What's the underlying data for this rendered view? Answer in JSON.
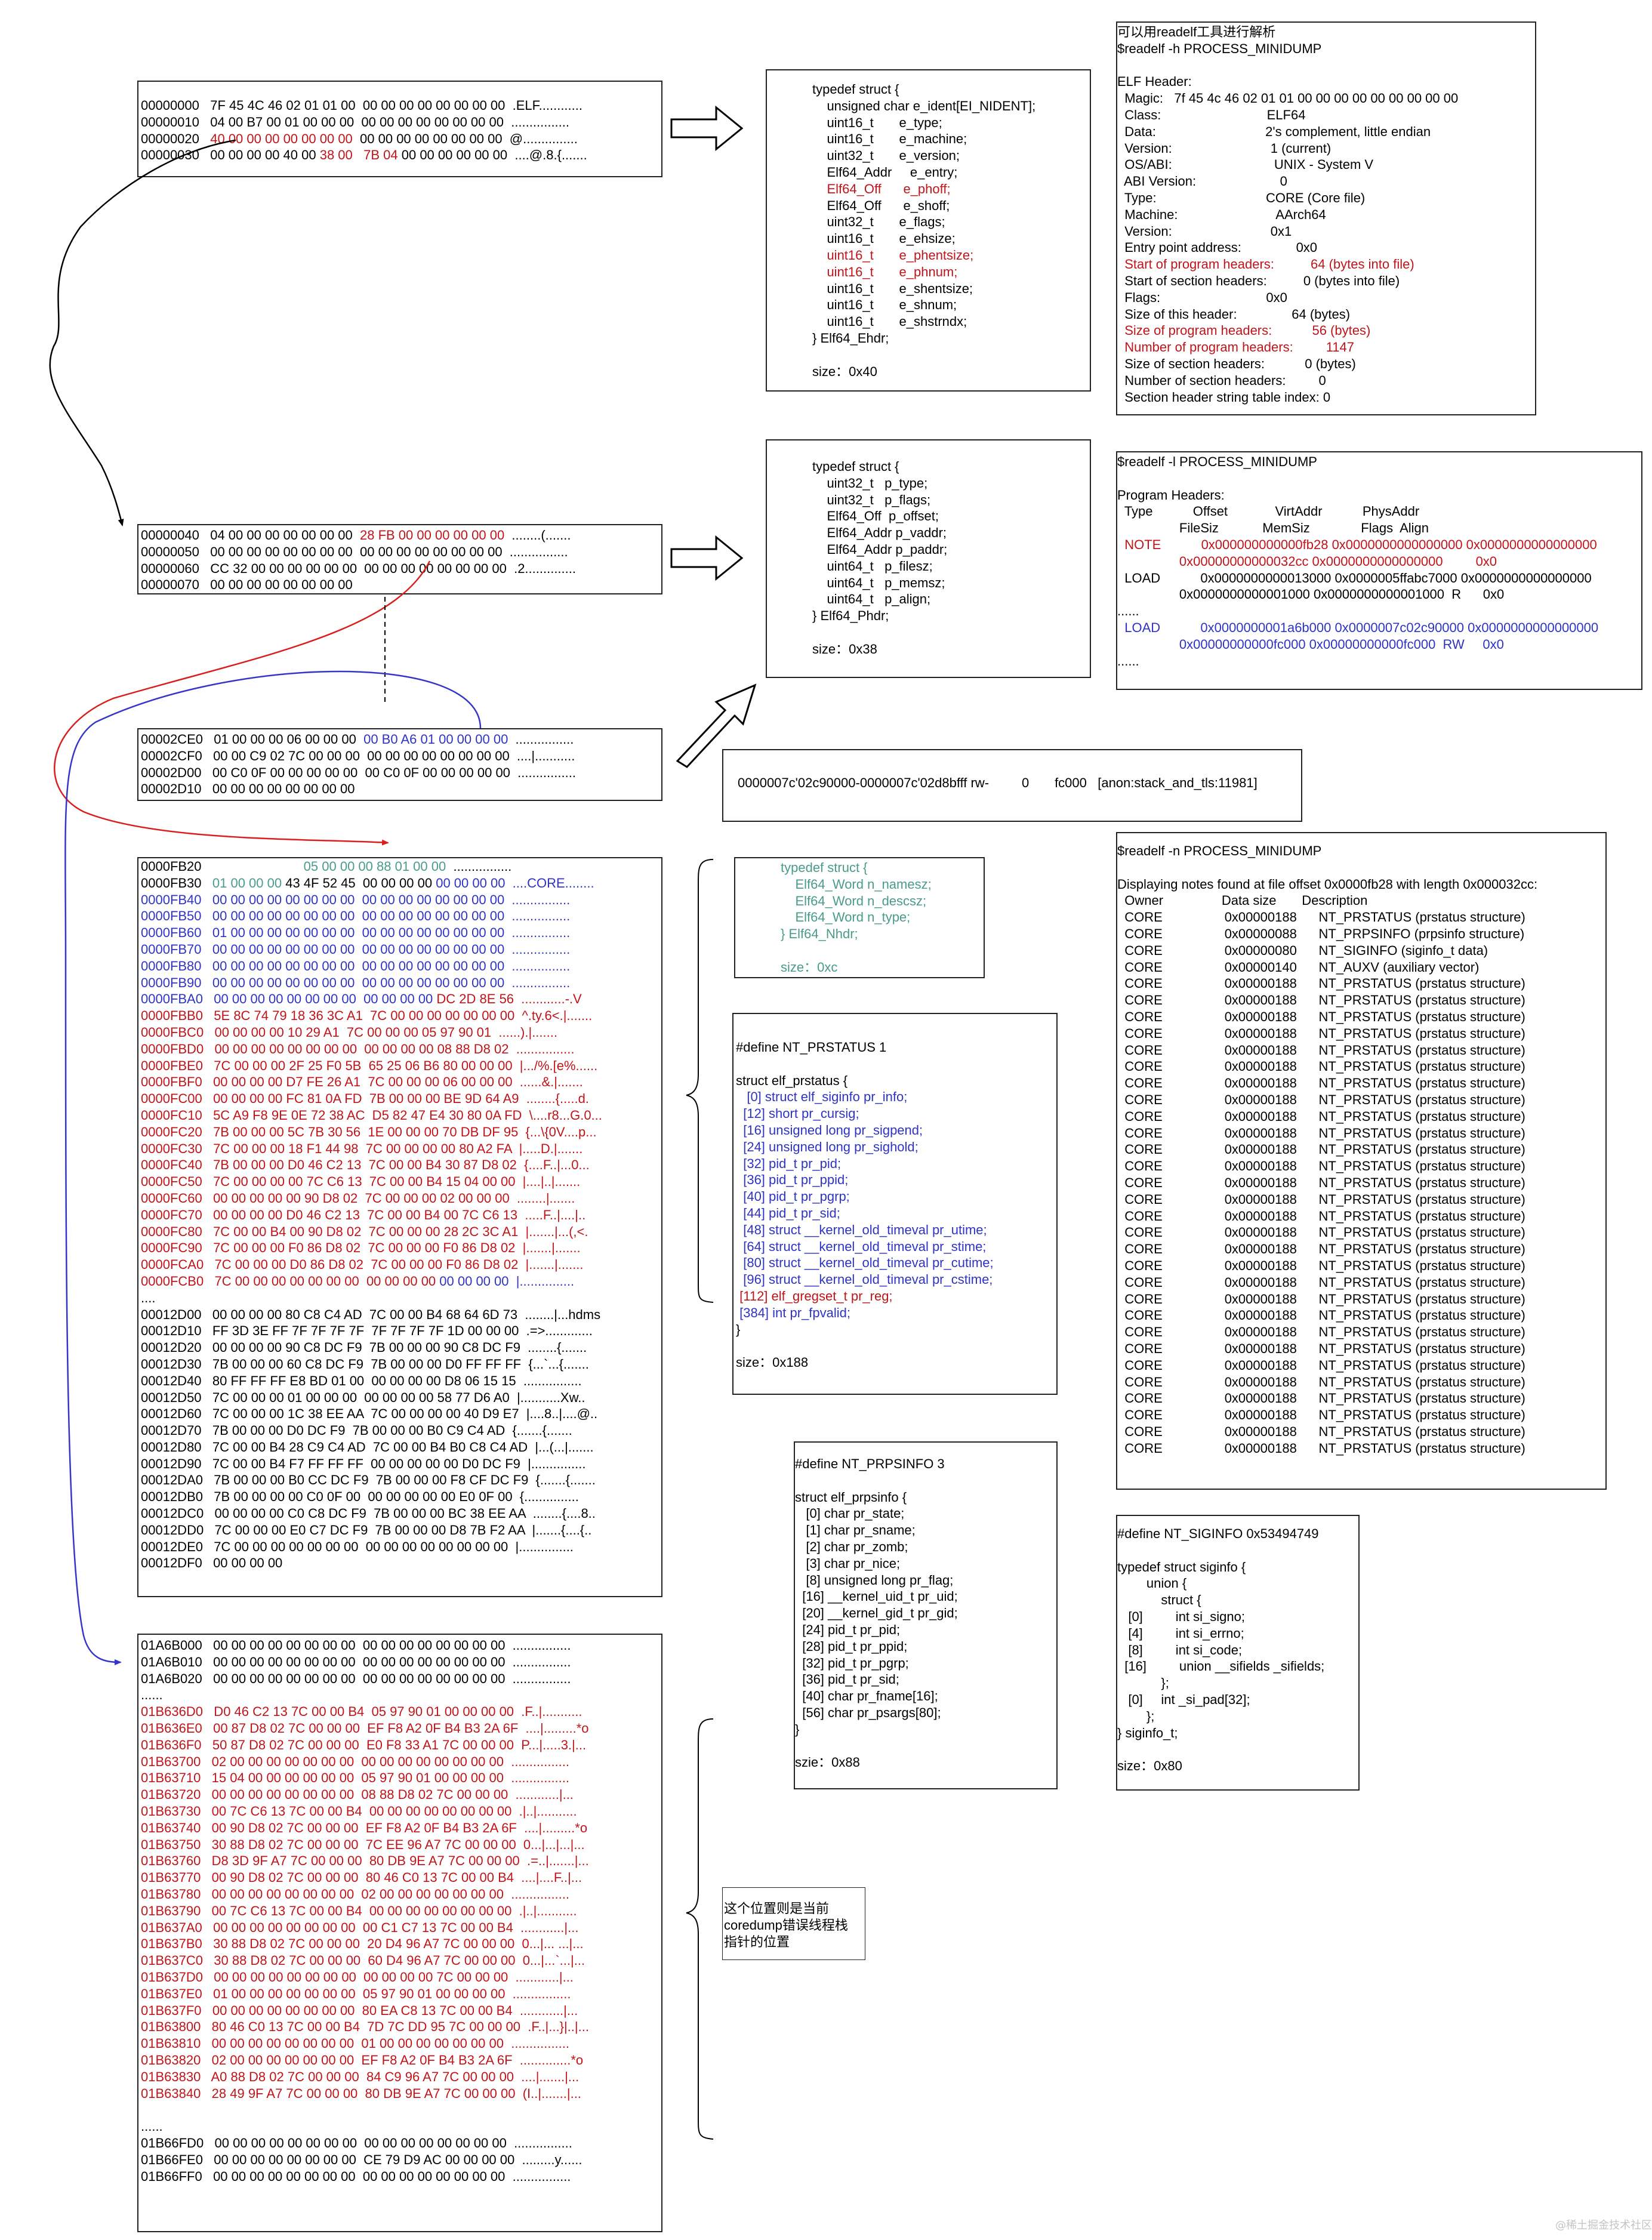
{
  "dump1": [
    {
      "t": "00000000   7F 45 4C 46 02 01 01 00  00 00 00 00 00 00 00 00  .ELF............"
    },
    {
      "t": "00000010   04 00 B7 00 01 00 00 00  00 00 00 00 00 00 00 00  ................"
    },
    {
      "p": [
        {
          "t": "00000020   "
        },
        {
          "t": "40 00 00 00 00 00 00 00",
          "c": "red"
        },
        {
          "t": "  00 00 00 00 00 00 00 00  @..............."
        }
      ]
    },
    {
      "p": [
        {
          "t": "00000030   00 00 00 00 40 00 "
        },
        {
          "t": "38 00",
          "c": "red"
        },
        {
          "t": "   "
        },
        {
          "t": "7B 04",
          "c": "red"
        },
        {
          "t": " 00 00 00 00 00 00  ....@.8.{......."
        }
      ]
    }
  ],
  "dump2": [
    {
      "p": [
        {
          "t": "00000040   04 00 00 00 00 00 00 00  "
        },
        {
          "t": "28 FB 00 00 00 00 00 00",
          "c": "red"
        },
        {
          "t": "  ........(......."
        }
      ]
    },
    {
      "t": "00000050   00 00 00 00 00 00 00 00  00 00 00 00 00 00 00 00  ................"
    },
    {
      "t": "00000060   CC 32 00 00 00 00 00 00  00 00 00 00 00 00 00 00  .2.............."
    },
    {
      "t": "00000070   00 00 00 00 00 00 00 00"
    }
  ],
  "dump3": [
    {
      "p": [
        {
          "t": "00002CE0   01 00 00 00 06 00 00 00  "
        },
        {
          "t": "00 B0 A6 01 00 00 00 00",
          "c": "blue"
        },
        {
          "t": "  ................"
        }
      ]
    },
    {
      "t": "00002CF0   00 00 C9 02 7C 00 00 00  00 00 00 00 00 00 00 00  ....|..........."
    },
    {
      "t": "00002D00   00 C0 0F 00 00 00 00 00  00 C0 0F 00 00 00 00 00  ................"
    },
    {
      "t": "00002D10   00 00 00 00 00 00 00 00"
    }
  ],
  "dump4": [
    {
      "p": [
        {
          "t": "0000FB20                            "
        },
        {
          "t": "05 00 00 00 88 01 00 00",
          "c": "green"
        },
        {
          "t": "  ................"
        }
      ]
    },
    {
      "p": [
        {
          "t": "0000FB30   "
        },
        {
          "t": "01 00 00 00",
          "c": "green"
        },
        {
          "t": " 43 4F 52 45  00 00 00 00 "
        },
        {
          "t": "00 00 00 00  ....CORE........",
          "c": "blue"
        }
      ]
    },
    {
      "t": "0000FB40   00 00 00 00 00 00 00 00  00 00 00 00 00 00 00 00  ................",
      "c": "blue"
    },
    {
      "t": "0000FB50   00 00 00 00 00 00 00 00  00 00 00 00 00 00 00 00  ................",
      "c": "blue"
    },
    {
      "t": "0000FB60   01 00 00 00 00 00 00 00  00 00 00 00 00 00 00 00  ................",
      "c": "blue"
    },
    {
      "t": "0000FB70   00 00 00 00 00 00 00 00  00 00 00 00 00 00 00 00  ................",
      "c": "blue"
    },
    {
      "t": "0000FB80   00 00 00 00 00 00 00 00  00 00 00 00 00 00 00 00  ................",
      "c": "blue"
    },
    {
      "t": "0000FB90   00 00 00 00 00 00 00 00  00 00 00 00 00 00 00 00  ................",
      "c": "blue"
    },
    {
      "p": [
        {
          "t": "0000FBA0   00 00 00 00 00 00 00 00  00 00 00 00 ",
          "c": "blue"
        },
        {
          "t": "DC 2D 8E 56  ............-.V",
          "c": "red"
        }
      ]
    },
    {
      "t": "0000FBB0   5E 8C 74 79 18 36 3C A1  7C 00 00 00 00 00 00 00  ^.ty.6<.|.......",
      "c": "red"
    },
    {
      "t": "0000FBC0   00 00 00 00 10 29 A1  7C 00 00 00 05 97 90 01  ......).|.......",
      "c": "red"
    },
    {
      "t": "0000FBD0   00 00 00 00 00 00 00 00  00 00 00 00 08 88 D8 02  ................",
      "c": "red"
    },
    {
      "t": "0000FBE0   7C 00 00 00 2F 25 F0 5B  65 25 06 B6 80 00 00 00  |.../%.[e%......",
      "c": "red"
    },
    {
      "t": "0000FBF0   00 00 00 00 D7 FE 26 A1  7C 00 00 00 06 00 00 00  ......&.|.......",
      "c": "red"
    },
    {
      "t": "0000FC00   00 00 00 00 FC 81 0A FD  7B 00 00 00 BE 9D 64 A9  ........{.....d.",
      "c": "red"
    },
    {
      "t": "0000FC10   5C A9 F8 9E 0E 72 38 AC  D5 82 47 E4 30 80 0A FD  \\....r8...G.0...",
      "c": "red"
    },
    {
      "t": "0000FC20   7B 00 00 00 5C 7B 30 56  1E 00 00 00 70 DB DF 95  {...\\{0V....p...",
      "c": "red"
    },
    {
      "t": "0000FC30   7C 00 00 00 18 F1 44 98  7C 00 00 00 00 80 A2 FA  |.....D.|.......",
      "c": "red"
    },
    {
      "t": "0000FC40   7B 00 00 00 D0 46 C2 13  7C 00 00 B4 30 87 D8 02  {....F..|...0...",
      "c": "red"
    },
    {
      "t": "0000FC50   7C 00 00 00 00 7C C6 13  7C 00 00 B4 15 04 00 00  |....|..|.......",
      "c": "red"
    },
    {
      "t": "0000FC60   00 00 00 00 00 90 D8 02  7C 00 00 00 02 00 00 00  ........|.......",
      "c": "red"
    },
    {
      "t": "0000FC70   00 00 00 00 D0 46 C2 13  7C 00 00 B4 00 7C C6 13  .....F..|....|..",
      "c": "red"
    },
    {
      "t": "0000FC80   7C 00 00 B4 00 90 D8 02  7C 00 00 00 28 2C 3C A1  |.......|...(,<.",
      "c": "red"
    },
    {
      "t": "0000FC90   7C 00 00 00 F0 86 D8 02  7C 00 00 00 F0 86 D8 02  |.......|.......",
      "c": "red"
    },
    {
      "t": "0000FCA0   7C 00 00 00 D0 86 D8 02  7C 00 00 00 F0 86 D8 02  |.......|.......",
      "c": "red"
    },
    {
      "p": [
        {
          "t": "0000FCB0   7C 00 00 00 00 00 00 00  00 00 00 00 ",
          "c": "red"
        },
        {
          "t": "00 00 00 00  |...............",
          "c": "blue"
        }
      ]
    },
    {
      "t": "...."
    },
    {
      "t": "00012D00   00 00 00 00 80 C8 C4 AD  7C 00 00 B4 68 64 6D 73  ........|...hdms"
    },
    {
      "t": "00012D10   FF 3D 3E FF 7F 7F 7F 7F  7F 7F 7F 7F 1D 00 00 00  .=>............."
    },
    {
      "t": "00012D20   00 00 00 00 90 C8 DC F9  7B 00 00 00 90 C8 DC F9  ........{......."
    },
    {
      "t": "00012D30   7B 00 00 00 60 C8 DC F9  7B 00 00 00 D0 FF FF FF  {...`...{......."
    },
    {
      "t": "00012D40   80 FF FF FF E8 BD 01 00  00 00 00 00 D8 06 15 15  ................"
    },
    {
      "t": "00012D50   7C 00 00 00 01 00 00 00  00 00 00 00 58 77 D6 A0  |...........Xw.."
    },
    {
      "t": "00012D60   7C 00 00 00 1C 38 EE AA  7C 00 00 00 00 40 D9 E7  |....8..|....@.."
    },
    {
      "t": "00012D70   7B 00 00 00 D0 DC F9  7B 00 00 00 B0 C9 C4 AD  {.......{......."
    },
    {
      "t": "00012D80   7C 00 00 B4 28 C9 C4 AD  7C 00 00 B4 B0 C8 C4 AD  |...(...|......."
    },
    {
      "t": "00012D90   7C 00 00 B4 F7 FF FF FF  00 00 00 00 00 D0 DC F9  |..............."
    },
    {
      "t": "00012DA0   7B 00 00 00 B0 CC DC F9  7B 00 00 00 F8 CF DC F9  {.......{......."
    },
    {
      "t": "00012DB0   7B 00 00 00 00 C0 0F 00  00 00 00 00 00 E0 0F 00  {..............."
    },
    {
      "t": "00012DC0   00 00 00 00 C0 C8 DC F9  7B 00 00 00 BC 38 EE AA  ........{....8.."
    },
    {
      "t": "00012DD0   7C 00 00 00 E0 C7 DC F9  7B 00 00 00 D8 7B F2 AA  |.......{....{.."
    },
    {
      "t": "00012DE0   7C 00 00 00 00 00 00 00  00 00 00 00 00 00 00 00  |..............."
    },
    {
      "t": "00012DF0   00 00 00 00"
    }
  ],
  "dump5": [
    {
      "t": "01A6B000   00 00 00 00 00 00 00 00  00 00 00 00 00 00 00 00  ................"
    },
    {
      "t": "01A6B010   00 00 00 00 00 00 00 00  00 00 00 00 00 00 00 00  ................"
    },
    {
      "t": "01A6B020   00 00 00 00 00 00 00 00  00 00 00 00 00 00 00 00  ................"
    },
    {
      "t": "......"
    },
    {
      "t": "01B636D0   D0 46 C2 13 7C 00 00 B4  05 97 90 01 00 00 00 00  .F..|...........",
      "c": "red"
    },
    {
      "t": "01B636E0   00 87 D8 02 7C 00 00 00  EF F8 A2 0F B4 B3 2A 6F  ....|.........*o",
      "c": "red"
    },
    {
      "t": "01B636F0   50 87 D8 02 7C 00 00 00  E0 F8 33 A1 7C 00 00 00  P...|.....3.|...",
      "c": "red"
    },
    {
      "t": "01B63700   02 00 00 00 00 00 00 00  00 00 00 00 00 00 00 00  ................",
      "c": "red"
    },
    {
      "t": "01B63710   15 04 00 00 00 00 00 00  05 97 90 01 00 00 00 00  ................",
      "c": "red"
    },
    {
      "t": "01B63720   00 00 00 00 00 00 00 00  08 88 D8 02 7C 00 00 00  ............|...",
      "c": "red"
    },
    {
      "t": "01B63730   00 7C C6 13 7C 00 00 B4  00 00 00 00 00 00 00 00  .|..|...........",
      "c": "red"
    },
    {
      "t": "01B63740   00 90 D8 02 7C 00 00 00  EF F8 A2 0F B4 B3 2A 6F  ....|.........*o",
      "c": "red"
    },
    {
      "t": "01B63750   30 88 D8 02 7C 00 00 00  7C EE 96 A7 7C 00 00 00  0...|...|...|...",
      "c": "red"
    },
    {
      "t": "01B63760   D8 3D 9F A7 7C 00 00 00  80 DB 9E A7 7C 00 00 00  .=..|.......|...",
      "c": "red"
    },
    {
      "t": "01B63770   00 90 D8 02 7C 00 00 00  80 46 C0 13 7C 00 00 B4  ....|....F..|...",
      "c": "red"
    },
    {
      "t": "01B63780   00 00 00 00 00 00 00 00  02 00 00 00 00 00 00 00  ................",
      "c": "red"
    },
    {
      "t": "01B63790   00 7C C6 13 7C 00 00 B4  00 00 00 00 00 00 00 00  .|..|...........",
      "c": "red"
    },
    {
      "t": "01B637A0   00 00 00 00 00 00 00 00  00 C1 C7 13 7C 00 00 B4  ............|...",
      "c": "red"
    },
    {
      "t": "01B637B0   30 88 D8 02 7C 00 00 00  20 D4 96 A7 7C 00 00 00  0...|... ...|...",
      "c": "red"
    },
    {
      "t": "01B637C0   30 88 D8 02 7C 00 00 00  60 D4 96 A7 7C 00 00 00  0...|...`...|...",
      "c": "red"
    },
    {
      "t": "01B637D0   00 00 00 00 00 00 00 00  00 00 00 00 7C 00 00 00  ............|...",
      "c": "red"
    },
    {
      "t": "01B637E0   01 00 00 00 00 00 00 00  05 97 90 01 00 00 00 00  ................",
      "c": "red"
    },
    {
      "t": "01B637F0   00 00 00 00 00 00 00 00  80 EA C8 13 7C 00 00 B4  ............|...",
      "c": "red"
    },
    {
      "t": "01B63800   80 46 C0 13 7C 00 00 B4  7D 7C DD 95 7C 00 00 00  .F..|...}|..|...",
      "c": "red"
    },
    {
      "t": "01B63810   00 00 00 00 00 00 00 00  01 00 00 00 00 00 00 00  ................",
      "c": "red"
    },
    {
      "t": "01B63820   02 00 00 00 00 00 00 00  EF F8 A2 0F B4 B3 2A 6F  ..............*o",
      "c": "red"
    },
    {
      "t": "01B63830   A0 88 D8 02 7C 00 00 00  84 C9 96 A7 7C 00 00 00  ....|.......|...",
      "c": "red"
    },
    {
      "t": "01B63840   28 49 9F A7 7C 00 00 00  80 DB 9E A7 7C 00 00 00  (I..|.......|...",
      "c": "red"
    },
    {
      "t": ""
    },
    {
      "t": "......"
    },
    {
      "t": "01B66FD0   00 00 00 00 00 00 00 00  00 00 00 00 00 00 00 00  ................"
    },
    {
      "t": "01B66FE0   00 00 00 00 00 00 00 00  CE 79 D9 AC 00 00 00 00  .........y......"
    },
    {
      "t": "01B66FF0   00 00 00 00 00 00 00 00  00 00 00 00 00 00 00 00  ................"
    }
  ],
  "ehdr": [
    {
      "t": "typedef struct {"
    },
    {
      "t": "    unsigned char e_ident[EI_NIDENT];"
    },
    {
      "t": "    uint16_t       e_type;"
    },
    {
      "t": "    uint16_t       e_machine;"
    },
    {
      "t": "    uint32_t       e_version;"
    },
    {
      "t": "    Elf64_Addr     e_entry;"
    },
    {
      "t": "    Elf64_Off      e_phoff;",
      "c": "red"
    },
    {
      "t": "    Elf64_Off      e_shoff;"
    },
    {
      "t": "    uint32_t       e_flags;"
    },
    {
      "t": "    uint16_t       e_ehsize;"
    },
    {
      "t": "    uint16_t       e_phentsize;",
      "c": "red"
    },
    {
      "t": "    uint16_t       e_phnum;",
      "c": "red"
    },
    {
      "t": "    uint16_t       e_shentsize;"
    },
    {
      "t": "    uint16_t       e_shnum;"
    },
    {
      "t": "    uint16_t       e_shstrndx;"
    },
    {
      "t": "} Elf64_Ehdr;"
    },
    {
      "t": ""
    },
    {
      "t": "size：0x40"
    }
  ],
  "phdr": [
    {
      "t": "typedef struct {"
    },
    {
      "t": "    uint32_t   p_type;"
    },
    {
      "t": "    uint32_t   p_flags;"
    },
    {
      "t": "    Elf64_Off  p_offset;"
    },
    {
      "t": "    Elf64_Addr p_vaddr;"
    },
    {
      "t": "    Elf64_Addr p_paddr;"
    },
    {
      "t": "    uint64_t   p_filesz;"
    },
    {
      "t": "    uint64_t   p_memsz;"
    },
    {
      "t": "    uint64_t   p_align;"
    },
    {
      "t": "} Elf64_Phdr;"
    },
    {
      "t": ""
    },
    {
      "t": "size：0x38"
    }
  ],
  "nhdr": [
    {
      "t": "typedef struct {"
    },
    {
      "t": "    Elf64_Word n_namesz;"
    },
    {
      "t": "    Elf64_Word n_descsz;"
    },
    {
      "t": "    Elf64_Word n_type;"
    },
    {
      "t": "} Elf64_Nhdr;"
    },
    {
      "t": ""
    },
    {
      "t": "size：0xc"
    }
  ],
  "prstatus": [
    {
      "t": "#define NT_PRSTATUS 1"
    },
    {
      "t": ""
    },
    {
      "t": "struct elf_prstatus {"
    },
    {
      "t": "   [0] struct elf_siginfo pr_info;",
      "c": "blue"
    },
    {
      "t": "  [12] short pr_cursig;",
      "c": "blue"
    },
    {
      "t": "  [16] unsigned long pr_sigpend;",
      "c": "blue"
    },
    {
      "t": "  [24] unsigned long pr_sighold;",
      "c": "blue"
    },
    {
      "t": "  [32] pid_t pr_pid;",
      "c": "blue"
    },
    {
      "t": "  [36] pid_t pr_ppid;",
      "c": "blue"
    },
    {
      "t": "  [40] pid_t pr_pgrp;",
      "c": "blue"
    },
    {
      "t": "  [44] pid_t pr_sid;",
      "c": "blue"
    },
    {
      "t": "  [48] struct __kernel_old_timeval pr_utime;",
      "c": "blue"
    },
    {
      "t": "  [64] struct __kernel_old_timeval pr_stime;",
      "c": "blue"
    },
    {
      "t": "  [80] struct __kernel_old_timeval pr_cutime;",
      "c": "blue"
    },
    {
      "t": "  [96] struct __kernel_old_timeval pr_cstime;",
      "c": "blue"
    },
    {
      "t": " [112] elf_gregset_t pr_reg;",
      "c": "red"
    },
    {
      "t": " [384] int pr_fpvalid;",
      "c": "blue"
    },
    {
      "t": "}"
    },
    {
      "t": ""
    },
    {
      "t": "size：0x188"
    }
  ],
  "prpsinfo": [
    {
      "t": "#define NT_PRPSINFO 3"
    },
    {
      "t": ""
    },
    {
      "t": "struct elf_prpsinfo {"
    },
    {
      "t": "   [0] char pr_state;"
    },
    {
      "t": "   [1] char pr_sname;"
    },
    {
      "t": "   [2] char pr_zomb;"
    },
    {
      "t": "   [3] char pr_nice;"
    },
    {
      "t": "   [8] unsigned long pr_flag;"
    },
    {
      "t": "  [16] __kernel_uid_t pr_uid;"
    },
    {
      "t": "  [20] __kernel_gid_t pr_gid;"
    },
    {
      "t": "  [24] pid_t pr_pid;"
    },
    {
      "t": "  [28] pid_t pr_ppid;"
    },
    {
      "t": "  [32] pid_t pr_pgrp;"
    },
    {
      "t": "  [36] pid_t pr_sid;"
    },
    {
      "t": "  [40] char pr_fname[16];"
    },
    {
      "t": "  [56] char pr_psargs[80];"
    },
    {
      "t": "}"
    },
    {
      "t": ""
    },
    {
      "t": "szie：0x88"
    }
  ],
  "siginfo": [
    {
      "t": "#define NT_SIGINFO 0x53494749"
    },
    {
      "t": ""
    },
    {
      "t": "typedef struct siginfo {"
    },
    {
      "t": "        union {"
    },
    {
      "t": "            struct {"
    },
    {
      "t": "   [0]         int si_signo;"
    },
    {
      "t": "   [4]         int si_errno;"
    },
    {
      "t": "   [8]         int si_code;"
    },
    {
      "t": "  [16]         union __sifields _sifields;"
    },
    {
      "t": "            };"
    },
    {
      "t": "   [0]     int _si_pad[32];"
    },
    {
      "t": "        };"
    },
    {
      "t": "} siginfo_t;"
    },
    {
      "t": ""
    },
    {
      "t": "size：0x80"
    }
  ],
  "readelfH": [
    {
      "t": "可以用readelf工具进行解析"
    },
    {
      "t": "$readelf -h PROCESS_MINIDUMP"
    },
    {
      "t": ""
    },
    {
      "t": "ELF Header:"
    },
    {
      "t": "  Magic:   7f 45 4c 46 02 01 01 00 00 00 00 00 00 00 00 00"
    },
    {
      "t": "  Class:                             ELF64"
    },
    {
      "t": "  Data:                              2's complement, little endian"
    },
    {
      "t": "  Version:                           1 (current)"
    },
    {
      "t": "  OS/ABI:                            UNIX - System V"
    },
    {
      "t": "  ABI Version:                       0"
    },
    {
      "t": "  Type:                              CORE (Core file)"
    },
    {
      "t": "  Machine:                           AArch64"
    },
    {
      "t": "  Version:                           0x1"
    },
    {
      "t": "  Entry point address:               0x0"
    },
    {
      "t": "  Start of program headers:          64 (bytes into file)",
      "c": "red"
    },
    {
      "t": "  Start of section headers:          0 (bytes into file)"
    },
    {
      "t": "  Flags:                             0x0"
    },
    {
      "t": "  Size of this header:               64 (bytes)"
    },
    {
      "t": "  Size of program headers:           56 (bytes)",
      "c": "red"
    },
    {
      "t": "  Number of program headers:         1147",
      "c": "red"
    },
    {
      "t": "  Size of section headers:           0 (bytes)"
    },
    {
      "t": "  Number of section headers:         0"
    },
    {
      "t": "  Section header string table index: 0"
    }
  ],
  "readelfL": [
    {
      "t": "$readelf -l PROCESS_MINIDUMP"
    },
    {
      "t": ""
    },
    {
      "t": "Program Headers:"
    },
    {
      "t": "  Type           Offset             VirtAddr           PhysAddr"
    },
    {
      "t": "                 FileSiz            MemSiz              Flags  Align"
    },
    {
      "t": "  NOTE           0x000000000000fb28 0x0000000000000000 0x0000000000000000",
      "c": "red"
    },
    {
      "t": "                 0x00000000000032cc 0x0000000000000000         0x0",
      "c": "red"
    },
    {
      "t": "  LOAD           0x0000000000013000 0x0000005ffabc7000 0x0000000000000000"
    },
    {
      "t": "                 0x0000000000001000 0x0000000000001000  R      0x0"
    },
    {
      "t": "......"
    },
    {
      "t": "  LOAD           0x0000000001a6b000 0x0000007c02c90000 0x0000000000000000",
      "c": "blue"
    },
    {
      "t": "                 0x00000000000fc000 0x00000000000fc000  RW     0x0",
      "c": "blue"
    },
    {
      "t": "......"
    }
  ],
  "readelfN": {
    "header": [
      {
        "t": "$readelf -n PROCESS_MINIDUMP"
      },
      {
        "t": ""
      },
      {
        "t": "Displaying notes found at file offset 0x0000fb28 with length 0x000032cc:"
      },
      {
        "t": "  Owner                Data size       Description"
      },
      {
        "t": "  CORE                 0x00000188      NT_PRSTATUS (prstatus structure)"
      },
      {
        "t": "  CORE                 0x00000088      NT_PRPSINFO (prpsinfo structure)"
      },
      {
        "t": "  CORE                 0x00000080      NT_SIGINFO (siginfo_t data)"
      },
      {
        "t": "  CORE                 0x00000140      NT_AUXV (auxiliary vector)"
      }
    ],
    "repeat_line": "  CORE                 0x00000188      NT_PRSTATUS (prstatus structure)",
    "repeat_count": 29
  },
  "mapline": "0000007c'02c90000-0000007c'02d8bfff rw-         0       fc000   [anon:stack_and_tls:11981]",
  "note": [
    "这个位置则是当前",
    "coredump错误线程栈",
    "指针的位置"
  ],
  "watermark": "@稀土掘金技术社区",
  "colors": {
    "red": "#c0141b",
    "blue": "#2e33c4",
    "green": "#4a9b8a",
    "box_border": "#222222"
  }
}
